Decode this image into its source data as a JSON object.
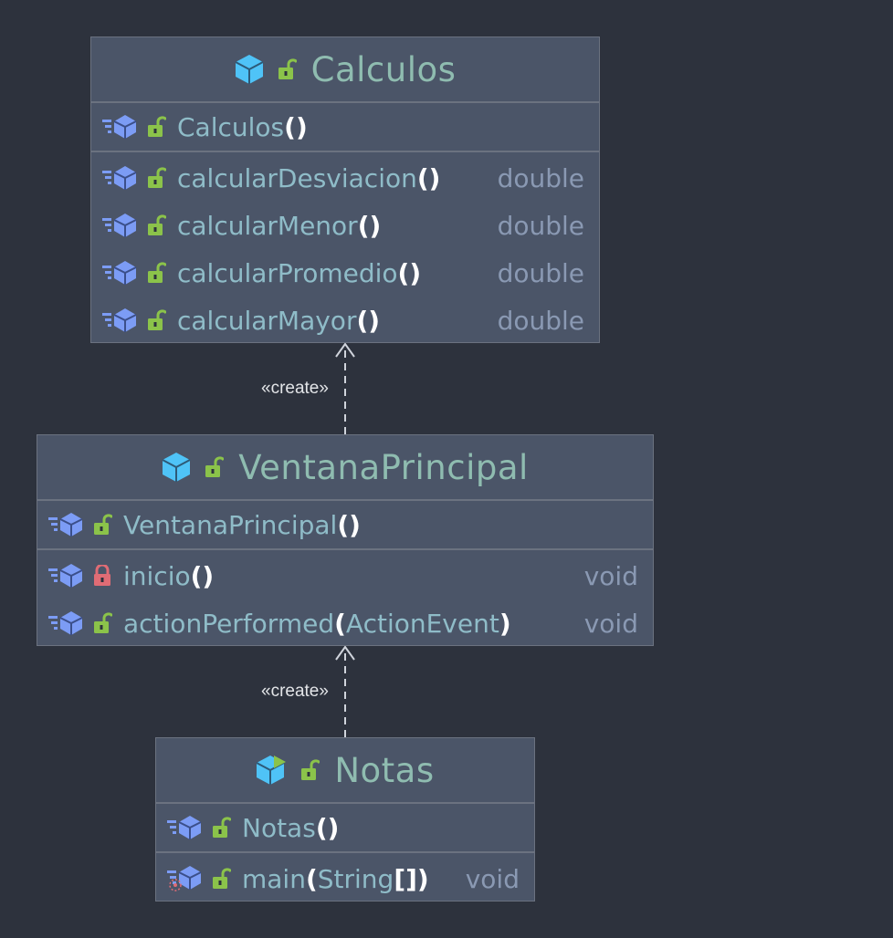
{
  "classes": {
    "calculos": {
      "name": "Calculos",
      "constructor": {
        "name": "Calculos",
        "params": ""
      },
      "methods": [
        {
          "name": "calcularDesviacion",
          "params": "",
          "return": "double"
        },
        {
          "name": "calcularMenor",
          "params": "",
          "return": "double"
        },
        {
          "name": "calcularPromedio",
          "params": "",
          "return": "double"
        },
        {
          "name": "calcularMayor",
          "params": "",
          "return": "double"
        }
      ]
    },
    "ventana": {
      "name": "VentanaPrincipal",
      "constructor": {
        "name": "VentanaPrincipal",
        "params": ""
      },
      "methods": [
        {
          "name": "inicio",
          "params": "",
          "return": "void",
          "visibility": "private"
        },
        {
          "name": "actionPerformed",
          "params": "ActionEvent",
          "return": "void"
        }
      ]
    },
    "notas": {
      "name": "Notas",
      "constructor": {
        "name": "Notas",
        "params": ""
      },
      "methods": [
        {
          "name": "main",
          "params": "String",
          "params_suffix": "[]",
          "return": "void",
          "static": true
        }
      ]
    }
  },
  "relations": [
    {
      "label": "«create»"
    },
    {
      "label": "«create»"
    }
  ],
  "colors": {
    "background": "#2d323d",
    "box": "#4b5568",
    "class_icon": "#4fc3f7",
    "public_lock": "#8bc34a",
    "private_lock": "#e06c75",
    "method_icon": "#7c9cf5"
  }
}
